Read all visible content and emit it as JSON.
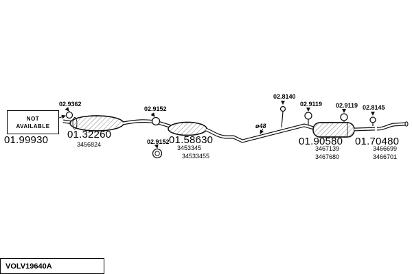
{
  "footer": {
    "code": "VOLV19640A"
  },
  "diagram": {
    "not_available": {
      "line1": "NOT",
      "line2": "AVAILABLE"
    },
    "annotation_diameter": "ø48",
    "parts": [
      {
        "number": "01.99930",
        "subnumbers": []
      },
      {
        "number": "01.32260",
        "subnumbers": [
          "3456824"
        ]
      },
      {
        "number": "01.58630",
        "subnumbers": [
          "3453345",
          "34533455"
        ]
      },
      {
        "number": "01.90580",
        "subnumbers": [
          "3467139",
          "3467680"
        ]
      },
      {
        "number": "01.70480",
        "subnumbers": [
          "3466699",
          "3466701"
        ]
      }
    ],
    "fasteners": [
      {
        "number": "02.9362"
      },
      {
        "number": "02.9152"
      },
      {
        "number": "02.9152"
      },
      {
        "number": "02.8140"
      },
      {
        "number": "02.9119"
      },
      {
        "number": "02.9119"
      },
      {
        "number": "02.8145"
      }
    ]
  }
}
